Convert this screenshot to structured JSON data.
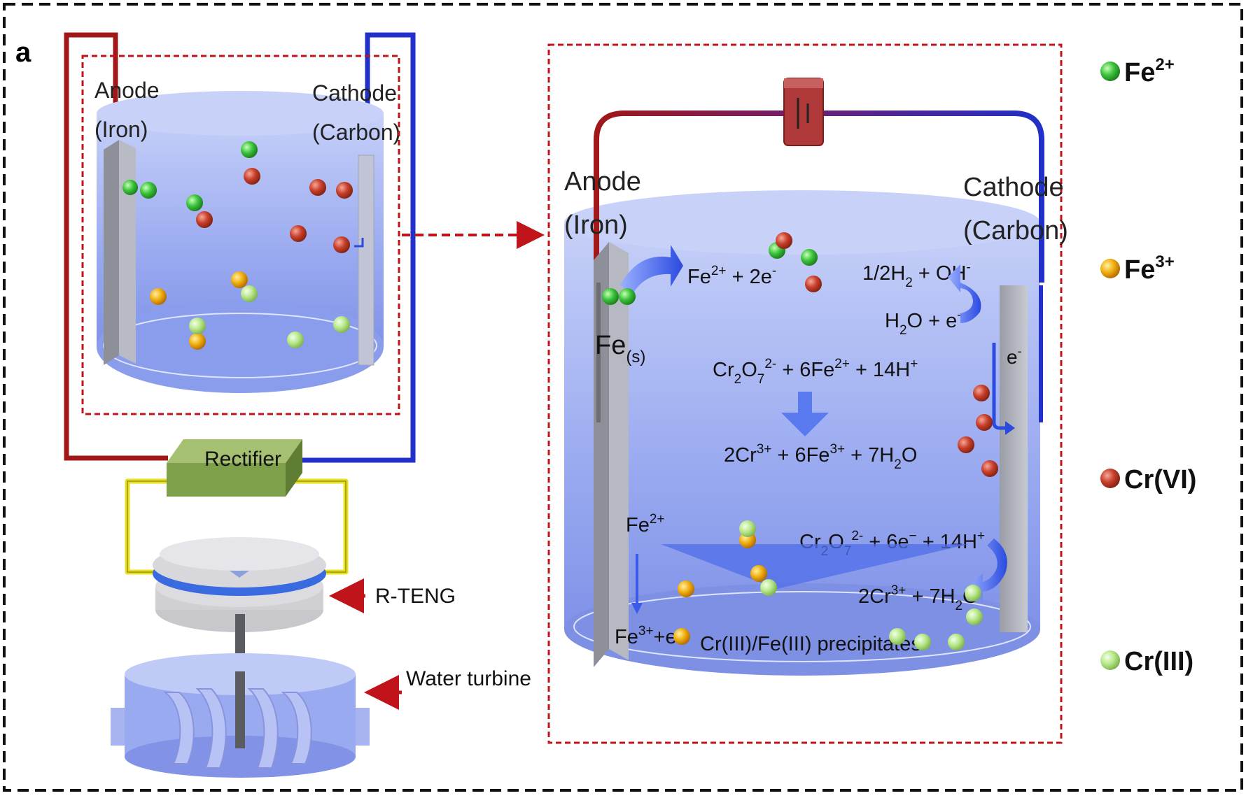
{
  "panel_label": "a",
  "small_cell": {
    "anode_line1": "Anode",
    "anode_line2": "(Iron)",
    "cathode_line1": "Cathode",
    "cathode_line2": "(Carbon)"
  },
  "rectifier_label": "Rectifier",
  "rteng_label": "R-TENG",
  "turbine_label": "Water turbine",
  "detail": {
    "anode_line1": "Anode",
    "anode_line2": "(Iron)",
    "cathode_line1": "Cathode",
    "cathode_line2": "(Carbon)",
    "fe_solid": "Fe",
    "fe_solid_sub": "(s)",
    "electron": "e",
    "electron_sup": "-",
    "precipitates": "Cr(III)/Fe(III)  precipitates"
  },
  "legend": [
    {
      "label": "Fe",
      "sup": "2+",
      "color": "#3cc43c"
    },
    {
      "label": "Fe",
      "sup": "3+",
      "color": "#f0b010"
    },
    {
      "label": "Cr(VI)",
      "sup": "",
      "color": "#c8402c"
    },
    {
      "label": "Cr(III)",
      "sup": "",
      "color": "#b8e88a"
    }
  ],
  "colors": {
    "anode_wire": "#a01818",
    "cathode_wire": "#2030c8",
    "dashed_box": "#c0141a",
    "rectifier_fill": "#7ea04a",
    "teng_wire": "#e6e020",
    "solution": "#a8b8f4"
  }
}
